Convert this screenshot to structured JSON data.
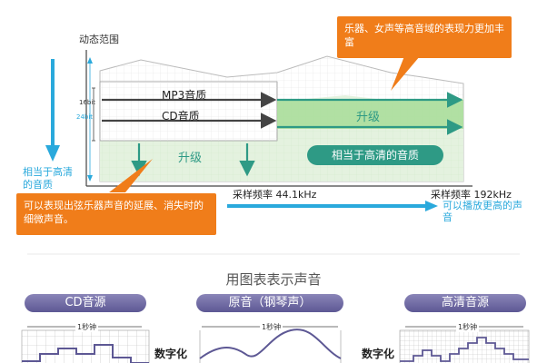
{
  "dynamic_range_label": "动态范围",
  "bit16_label": "16bit",
  "bit24_label": "24bit",
  "left_arrow_label": "相当于高清的音质",
  "mp3_label": "MP3音质",
  "cd_label": "CD音质",
  "upgrade_left": "升级",
  "upgrade_right": "升级",
  "hd_label": "相当于高清的音质",
  "callout_top": "乐器、女声等高音域的表现力更加丰富",
  "callout_bottom": "可以表现出弦乐器声音的延展、消失时的细微声音。",
  "sampling_441": "采样频率 44.1kHz",
  "sampling_192": "采样频率 192kHz",
  "right_arrow_label": "可以播放更高的声音",
  "section_title": "用图表表示声音",
  "panels": [
    {
      "title": "CD音源",
      "one_second": "1秒钟",
      "digitize": "数字化"
    },
    {
      "title": "原音（钢琴声）",
      "one_second": "1秒钟"
    },
    {
      "title": "高清音源",
      "one_second": "1秒钟",
      "digitize": "数字化"
    }
  ],
  "colors": {
    "orange": "#f07d1a",
    "teal": "#2e9a85",
    "cyan": "#2aa9dc",
    "green_fill": "#e4f2df",
    "green_mid": "#a8dd99",
    "pill": "#6c67a2"
  }
}
